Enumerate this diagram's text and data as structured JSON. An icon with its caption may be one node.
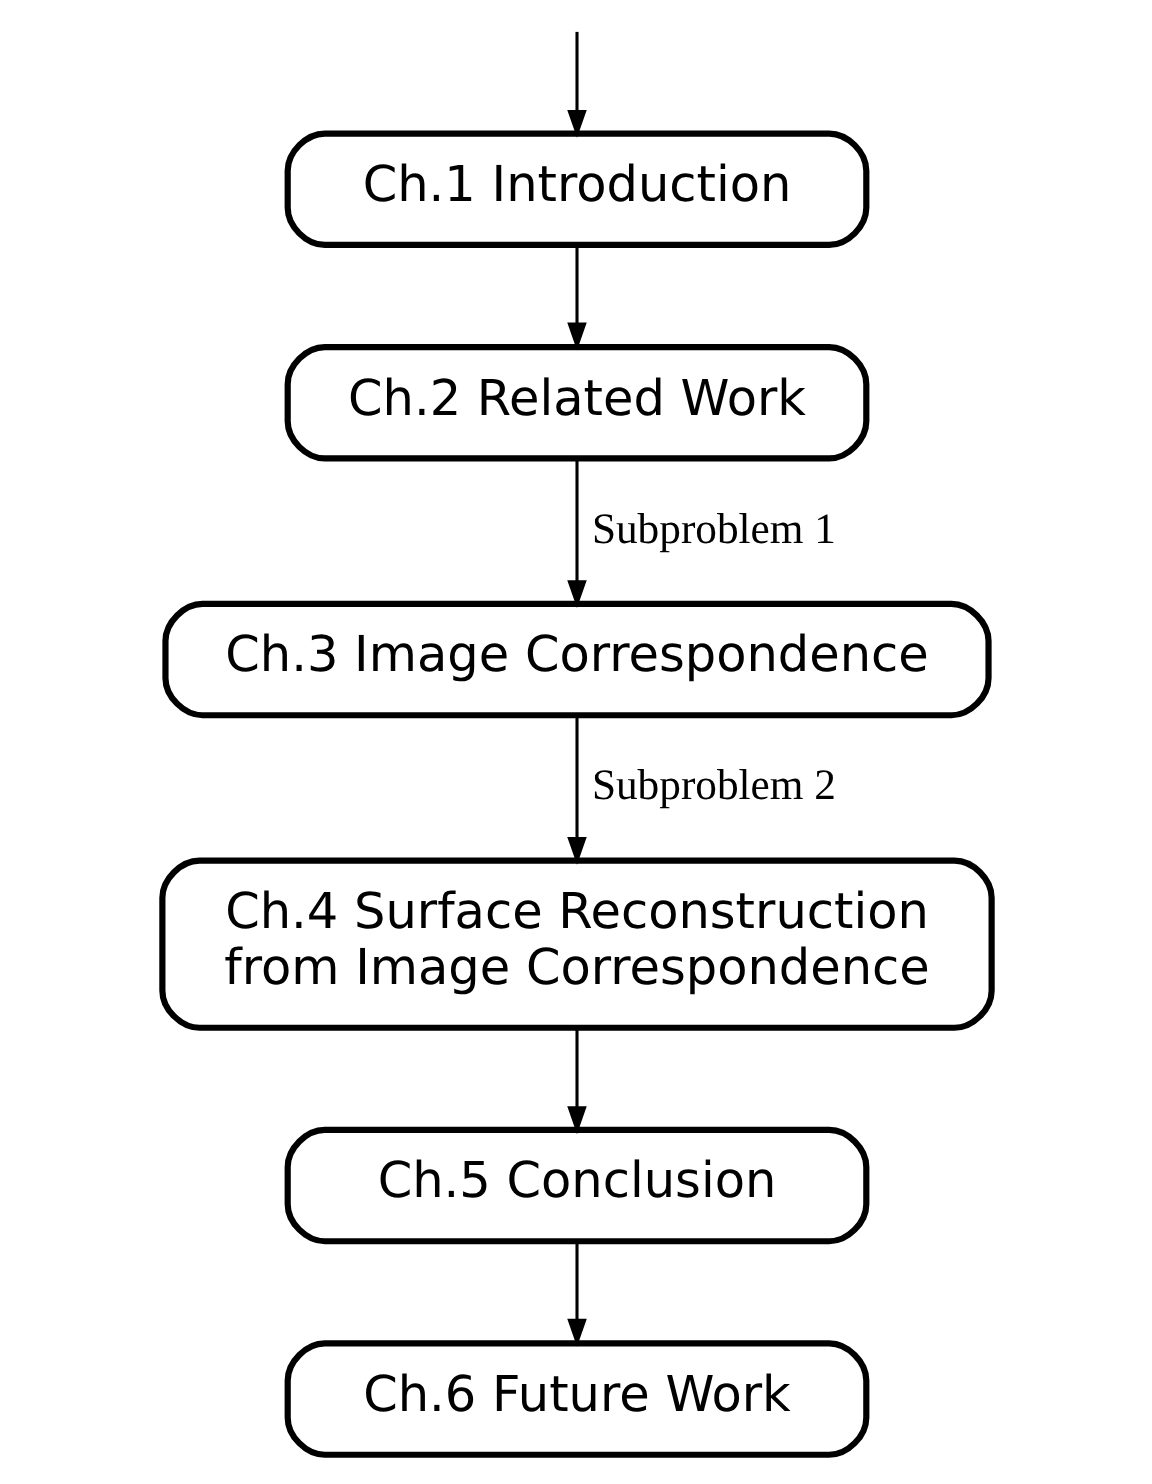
{
  "diagram": {
    "nodes": [
      {
        "text": [
          "Ch.1 Introduction"
        ]
      },
      {
        "text": [
          "Ch.2 Related Work"
        ]
      },
      {
        "text": [
          "Ch.3 Image Correspondence"
        ]
      },
      {
        "text": [
          "Ch.4 Surface Reconstruction from Image Correspondence"
        ]
      },
      {
        "text": [
          "Ch.5 Conclusion"
        ]
      },
      {
        "text": [
          "Ch.6 Future Work"
        ]
      }
    ],
    "edges": [
      {
        "from": null,
        "to": 0,
        "arrow": "to"
      },
      {
        "from": 0,
        "to": 1,
        "arrow": "to"
      },
      {
        "from": 1,
        "to": 2,
        "arrow": "to",
        "label": "Subproblem 1"
      },
      {
        "from": 2,
        "to": 3,
        "arrow": "to",
        "label": "Subproblem 2"
      },
      {
        "from": 3,
        "to": 4,
        "arrow": "to"
      },
      {
        "from": 4,
        "to": 5,
        "arrow": "to"
      }
    ]
  }
}
